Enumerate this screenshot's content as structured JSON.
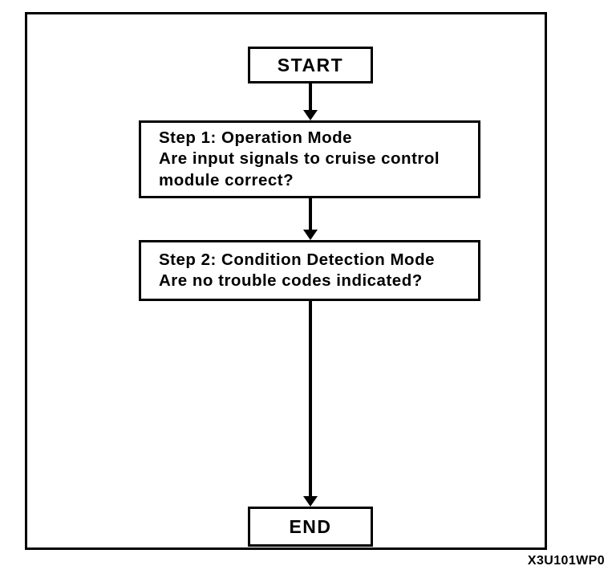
{
  "figure": {
    "reference_code": "X3U101WP0",
    "border_color": "#000000",
    "background_color": "#ffffff"
  },
  "flowchart": {
    "type": "flowchart",
    "orientation": "top-to-bottom",
    "nodes": [
      {
        "id": "start",
        "shape": "rectangle",
        "kind": "terminal",
        "label": "START"
      },
      {
        "id": "step1",
        "shape": "rectangle",
        "kind": "process",
        "label": "Step 1: Operation Mode\nAre input signals to cruise control\nmodule correct?"
      },
      {
        "id": "step2",
        "shape": "rectangle",
        "kind": "process",
        "label": "Step 2: Condition Detection Mode\nAre no trouble codes indicated?"
      },
      {
        "id": "end",
        "shape": "rectangle",
        "kind": "terminal",
        "label": "END"
      }
    ],
    "connectors": [
      {
        "id": "start-step1",
        "from": "start",
        "to": "step1",
        "arrow": "down",
        "label": ""
      },
      {
        "id": "step1-step2",
        "from": "step1",
        "to": "step2",
        "arrow": "down",
        "label": ""
      },
      {
        "id": "step2-end",
        "from": "step2",
        "to": "end",
        "arrow": "down",
        "label": ""
      }
    ]
  }
}
